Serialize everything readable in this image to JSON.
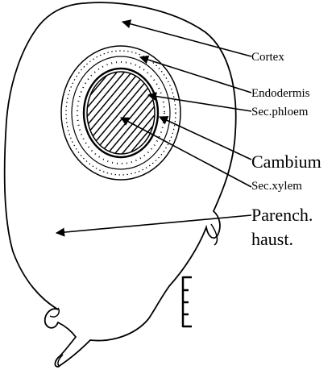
{
  "diagram": {
    "labels": {
      "cortex": "Cortex",
      "endodermis": "Endodermis",
      "sec_phloem": "Sec.phloem",
      "cambium": "Cambium",
      "sec_xylem": "Sec.xylem",
      "parench_line1": "Parench.",
      "parench_line2": "haust."
    },
    "colors": {
      "ink": "#000000",
      "background": "#ffffff"
    }
  }
}
